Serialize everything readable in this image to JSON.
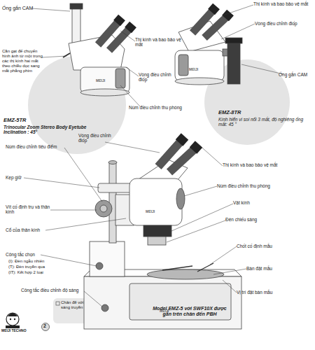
{
  "diagram": {
    "caption": "Model EMZ-5 với SWF10X được gắn trên chân đến PBH",
    "nodes": [
      {
        "text": [
          "EMZ-5TR",
          "Trinocular Zoom Stereo Body Eyetube Inclination : 45°"
        ]
      },
      {
        "text": [
          "EMZ-8TR",
          "Kính hiển vi soi nổi 3 mắt, độ nghiêng ống mắt: 45 °"
        ]
      },
      {
        "text": [
          "Chân đế với bộ biến đổi và đèn chiếu sáng truyền qua được tích hợp sẵn"
        ]
      }
    ],
    "labels": [
      "Ống gắn CAM",
      "Cần gạt để chuyển hình ảnh từ một trong các thị kính hai mắt theo chiều dọc sang mắt phẳng phim",
      "Thị kính và bao bảo vệ mắt",
      "Vòng điều chỉnh điốp",
      "Núm điều chỉnh thu phóng",
      "Thị kính và bao bảo vệ mắt",
      "Vòng điều chỉnh điốp",
      "Ống gắn CAM",
      "Núm điều chỉnh tiêu điểm",
      "Vòng điều chỉnh điốp",
      "Thị kính và bao bảo vệ mắt",
      "Kẹp giữ",
      "Núm điều chỉnh thu phóng",
      "Vít cố định trụ và thân kính",
      "Vật kính",
      "Cổ của thân kính",
      "Đèn chiếu sáng",
      "Công tắc chọn",
      "(I): Đèn ngẫu nhiên",
      "(T): Đèn truyền qua",
      "(IT): Kết hợp 2 loại",
      "Chốt cố định mẫu",
      "Bàn đặt mẫu",
      "Công tắc điều chỉnh độ sáng",
      "Vị trí đặt bàn mẫu",
      "MEIJI",
      "MEIJI",
      "MEIJI",
      "MEIJI",
      "MEIJI TECHNO",
      "2"
    ]
  }
}
